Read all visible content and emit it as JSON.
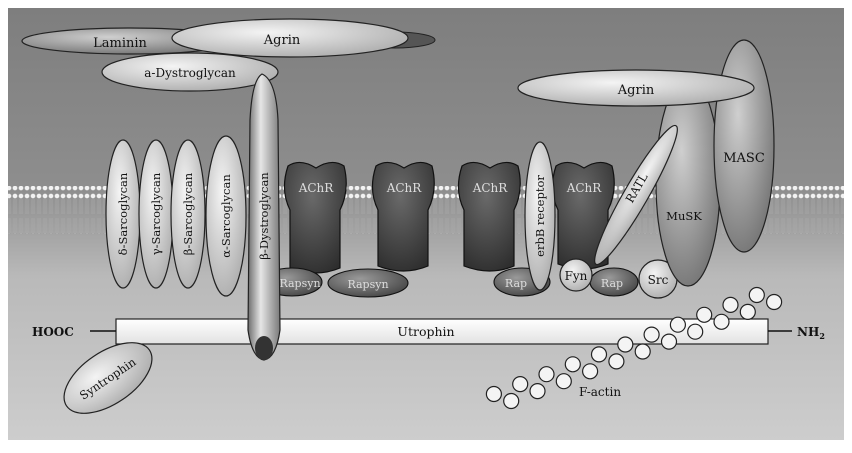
{
  "colors": {
    "background_top": "#8a8a8a",
    "background_bottom": "#c4c4c4",
    "membrane": "#d8d8d8",
    "protein_light": "#dcdcdc",
    "protein_mid": "#9a9a9a",
    "protein_dark": "#5a5a5a",
    "achr_dark": "#3e3e3e",
    "ink": "#111111"
  },
  "labels": {
    "laminin": "Laminin",
    "agrin_left": "Agrin",
    "alpha_dystroglycan": "a-Dystroglycan",
    "agrin_right": "Agrin",
    "masc": "MASC",
    "musk": "MuSK",
    "ratl": "RATL",
    "delta_sarcoglycan": "δ-Sarcoglycan",
    "gamma_sarcoglycan": "γ-Sarcoglycan",
    "beta_sarcoglycan": "β-Sarcoglycan",
    "alpha_sarcoglycan": "α-Sarcoglycan",
    "beta_dystroglycan": "β-Dystroglycan",
    "achr_1": "AChR",
    "achr_2": "AChR",
    "achr_3": "AChR",
    "achr_4": "AChR",
    "erbb_receptor": "erbB receptor",
    "rapsyn_1": "Rapsyn",
    "rapsyn_2": "Rapsyn",
    "rapsyn_3": "Rap",
    "rapsyn_4": "Rap",
    "fyn": "Fyn",
    "src": "Src",
    "hooc": "HOOC",
    "utrophin": "Utrophin",
    "nh2": "NH",
    "nh2_sub": "2",
    "syntrophin": "Syntrophin",
    "f_actin": "F-actin"
  }
}
